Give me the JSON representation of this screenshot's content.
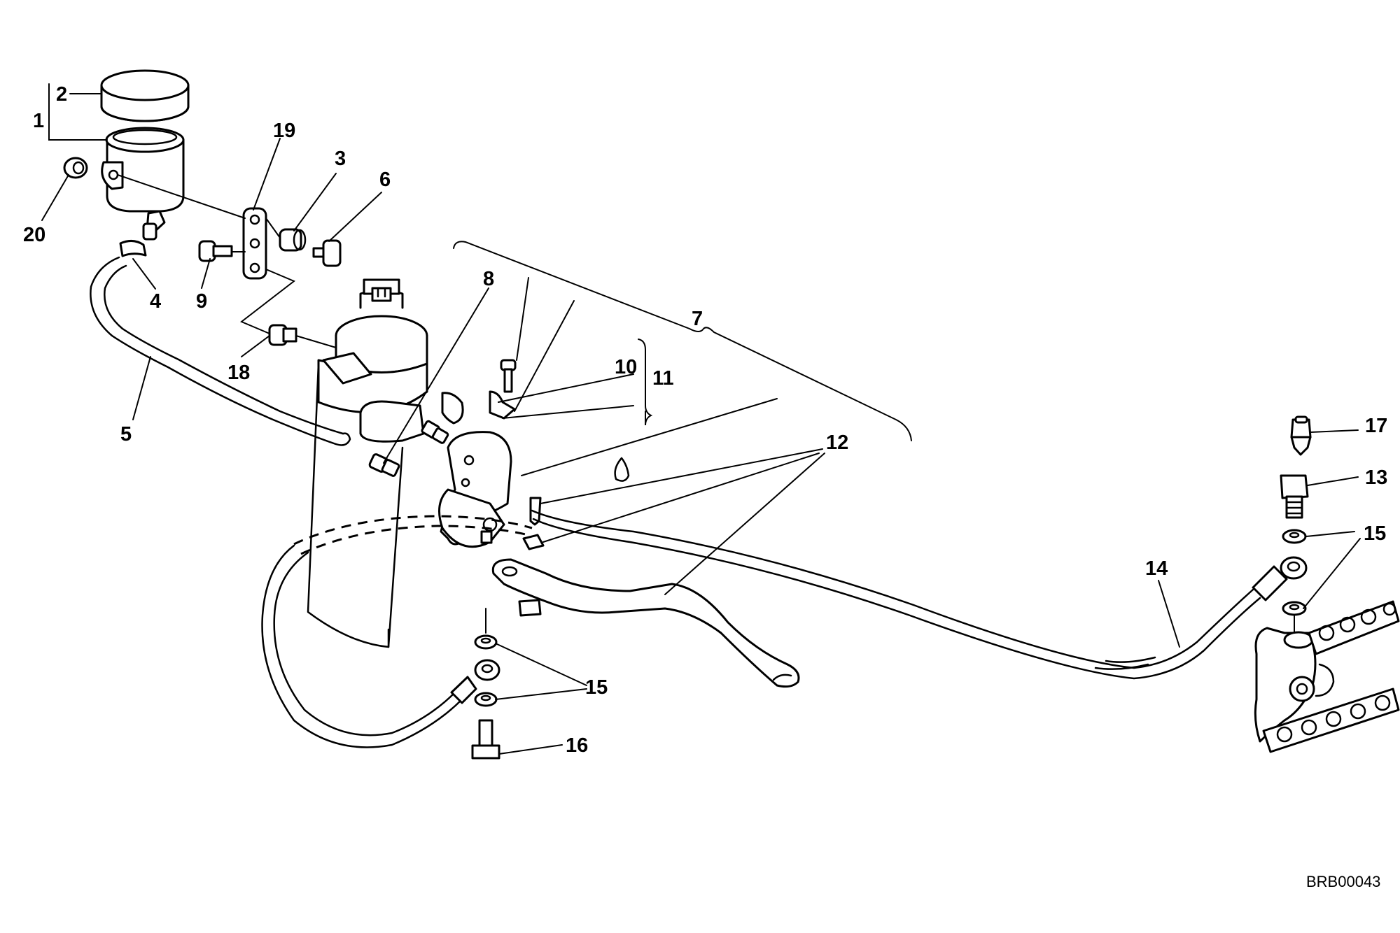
{
  "diagram_code": "BRB00043",
  "callouts": {
    "c1": "1",
    "c2": "2",
    "c3": "3",
    "c4": "4",
    "c5": "5",
    "c6": "6",
    "c7": "7",
    "c8": "8",
    "c9": "9",
    "c10": "10",
    "c11": "11",
    "c12": "12",
    "c13": "13",
    "c14": "14",
    "c15a": "15",
    "c15b": "15",
    "c16": "16",
    "c17": "17",
    "c18": "18",
    "c19": "19",
    "c20": "20"
  },
  "colors": {
    "line": "#000000",
    "background": "#ffffff"
  }
}
